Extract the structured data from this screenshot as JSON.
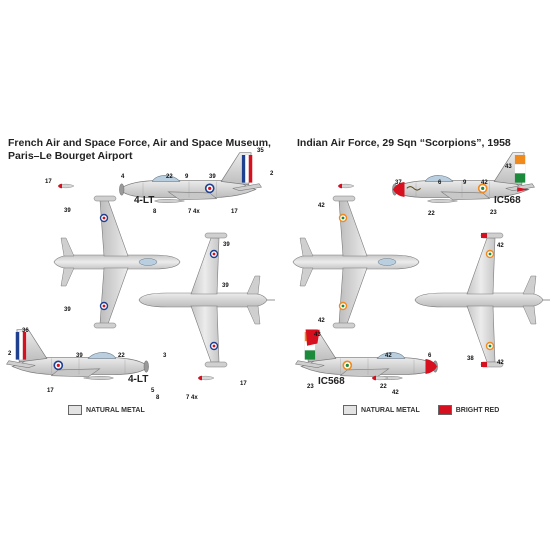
{
  "left_panel": {
    "title_line1": "French Air and Space Force, Air and Space Museum,",
    "title_line2": "Paris–Le Bourget Airport",
    "top_registration": "4-LT",
    "bottom_registration": "4-LT",
    "callouts": [
      "35",
      "2",
      "4",
      "22",
      "9",
      "39",
      "17",
      "39",
      "8",
      "7 4x",
      "17",
      "39",
      "39",
      "39",
      "36",
      "2",
      "39",
      "22",
      "3",
      "17",
      "5",
      "8",
      "7 4x",
      "17"
    ],
    "legend": [
      {
        "label": "NATURAL METAL",
        "color": "#e3e3e3"
      }
    ]
  },
  "right_panel": {
    "title": "Indian Air Force, 29 Sqn “Scorpions”, 1958",
    "top_registration": "IC568",
    "bottom_registration": "IC568",
    "callouts": [
      "43",
      "37",
      "6",
      "9",
      "42",
      "42",
      "22",
      "23",
      "42",
      "42",
      "42",
      "43",
      "42",
      "6",
      "38",
      "23",
      "22",
      "42"
    ],
    "legend": [
      {
        "label": "NATURAL METAL",
        "color": "#e3e3e3"
      },
      {
        "label": "BRIGHT RED",
        "color": "#d6101e"
      }
    ]
  },
  "colors": {
    "metal": "#d8d8d8",
    "outline": "#7a7a7a",
    "red": "#d6101e",
    "french_blue": "#1f3f8f",
    "india_saffron": "#f08a1c",
    "india_green": "#1b8a3a",
    "india_blue": "#1a237e"
  }
}
